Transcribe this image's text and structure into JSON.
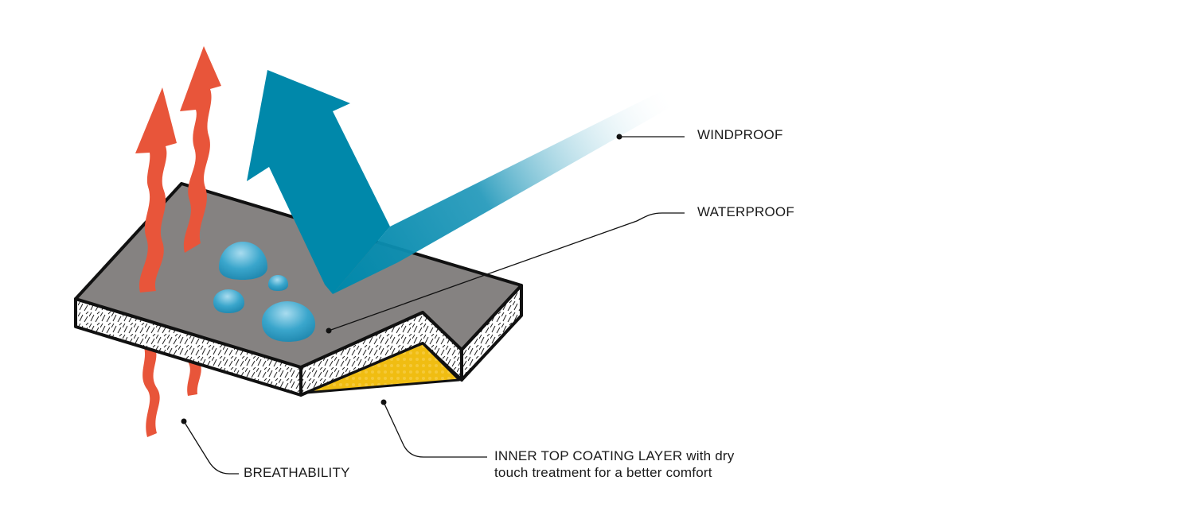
{
  "labels": {
    "windproof": "WINDPROOF",
    "waterproof": "WATERPROOF",
    "breathability": "BREATHABILITY",
    "inner_line1_caps": "INNER TOP COATING LAYER",
    "inner_line1_rest": " with dry",
    "inner_line2": "touch treatment for a better comfort"
  },
  "colors": {
    "membrane": "#858281",
    "outline": "#111111",
    "wind_arrow": "#0088aa",
    "heat_arrows": "#e8553a",
    "water_drops": "#3aa6cc",
    "inner_coating": "#f0bd12"
  }
}
